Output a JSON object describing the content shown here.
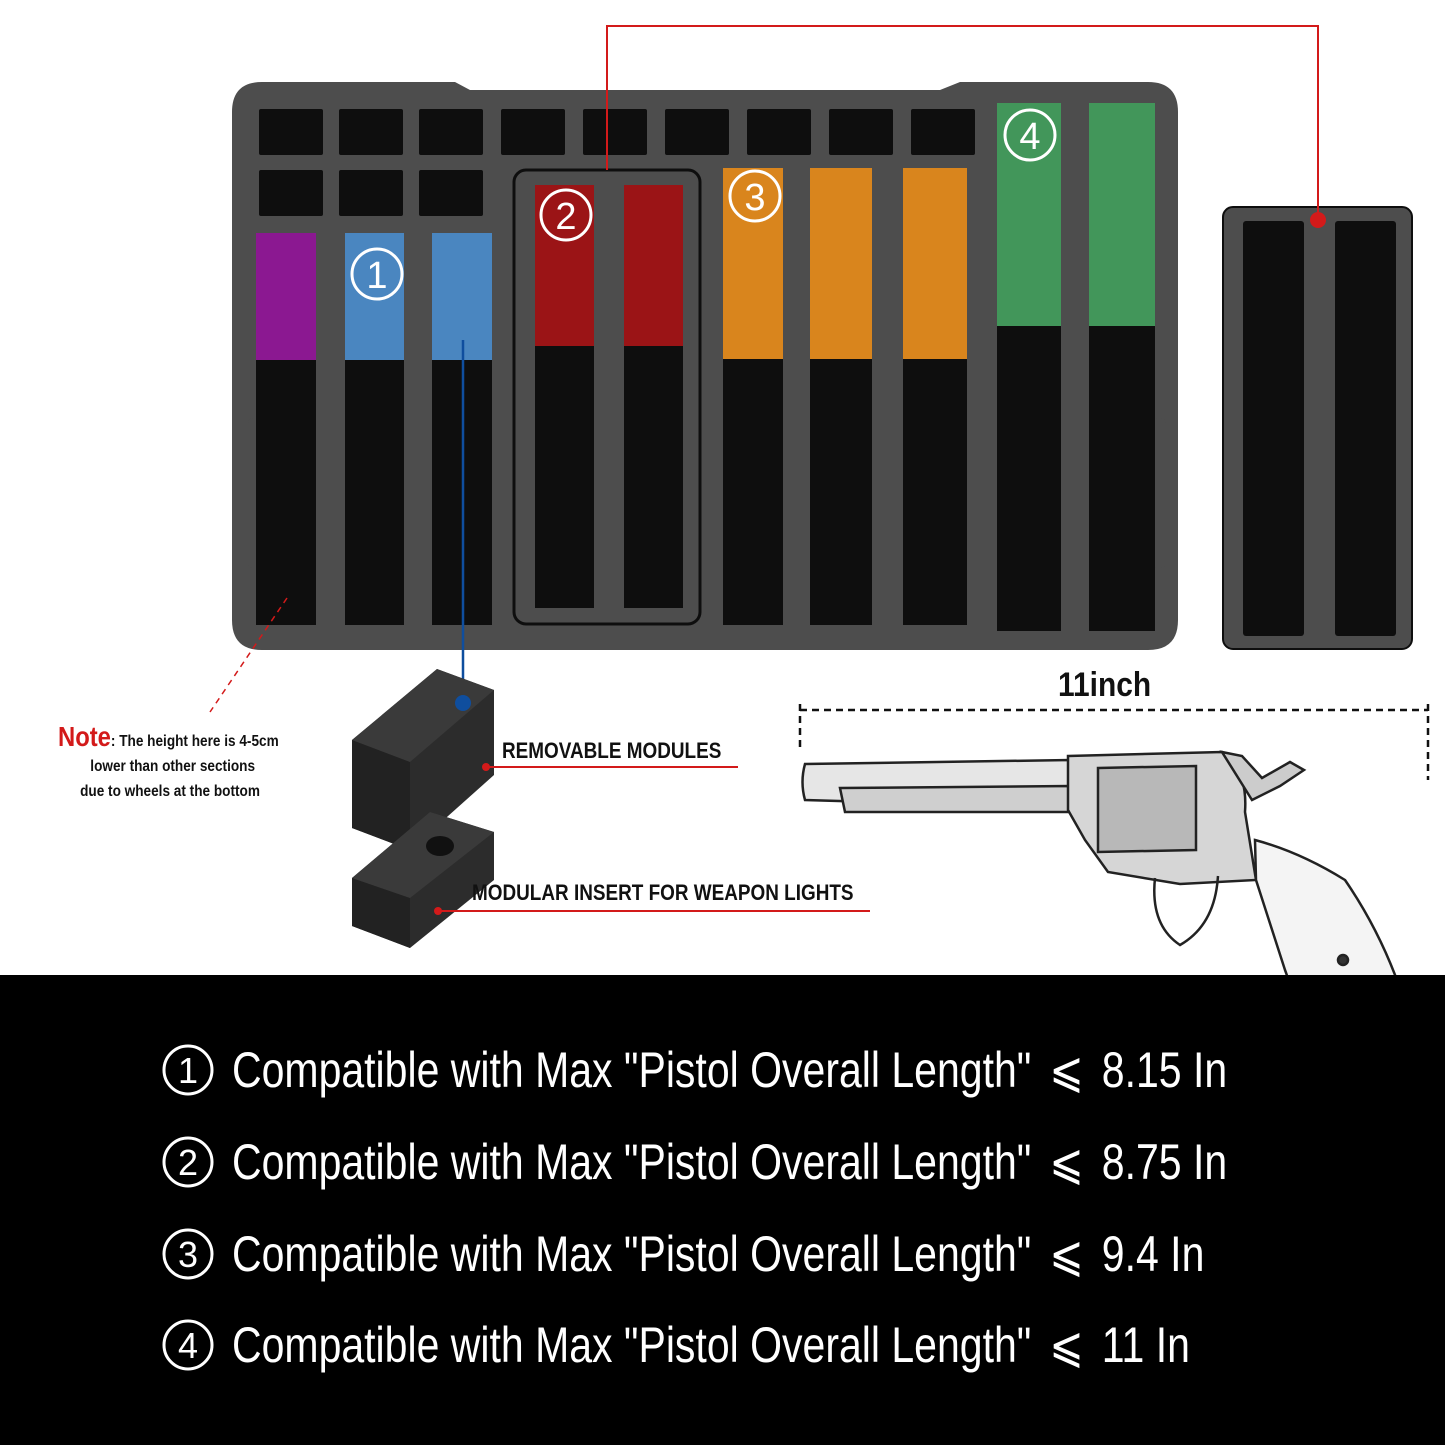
{
  "callouts": {
    "note_word": "Note",
    "note_line1": ": The height here is 4-5cm",
    "note_line2": "lower than other sections",
    "note_line3": "due to wheels at the bottom",
    "removable_modules": "REMOVABLE  MODULES",
    "modular_insert": "MODULAR INSERT FOR WEAPON LIGHTS",
    "dimension": "11inch"
  },
  "section_markers": [
    "1",
    "2",
    "3",
    "4"
  ],
  "colors": {
    "purple": "#8b1891",
    "blue": "#4a86c0",
    "red": "#9b1416",
    "orange": "#d9851d",
    "green": "#42965a",
    "foam": "#4d4d4d",
    "slot": "#0e0e0e",
    "accent_red": "#d31a1a",
    "leader_blue": "#0f4e9e"
  },
  "compatibility": [
    {
      "marker": "1",
      "text": "Compatible with Max \"Pistol Overall Length\"",
      "op": "⩽",
      "value": "8.15 In"
    },
    {
      "marker": "2",
      "text": "Compatible with Max \"Pistol Overall Length\"",
      "op": "⩽",
      "value": "8.75 In"
    },
    {
      "marker": "3",
      "text": "Compatible with Max \"Pistol Overall Length\"",
      "op": "⩽",
      "value": "9.4 In"
    },
    {
      "marker": "4",
      "text": "Compatible with Max \"Pistol Overall Length\"",
      "op": "⩽",
      "value": "11 In"
    }
  ]
}
